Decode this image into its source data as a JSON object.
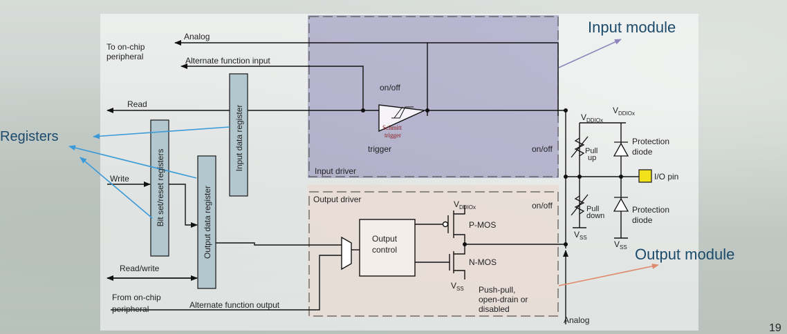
{
  "annotations": {
    "input_module": "Input module",
    "output_module": "Output module",
    "registers": "Registers",
    "page_number": "19"
  },
  "signals": {
    "to_onchip_1": "To on-chip",
    "to_onchip_2": "peripheral",
    "analog": "Analog",
    "alt_func_input": "Alternate function input",
    "read": "Read",
    "write": "Write",
    "read_write": "Read/write",
    "from_onchip_1": "From on-chip",
    "from_onchip_2": "peripheral",
    "alt_func_output": "Alternate function output",
    "analog_bottom": "Analog"
  },
  "registers": {
    "input_data": "Input data register",
    "bit_set_reset": "Bit set/reset registers",
    "output_data": "Output data register"
  },
  "input_driver": {
    "label": "Input driver",
    "onoff_top": "on/off",
    "schmitt_1": "Schmitt",
    "schmitt_2": "trigger",
    "trigger": "trigger",
    "onoff_right": "on/off"
  },
  "output_driver": {
    "label": "Output driver",
    "output_control_1": "Output",
    "output_control_2": "control",
    "vddiox": "V",
    "vddiox_sub": "DDIOx",
    "pmos": "P-MOS",
    "nmos": "N-MOS",
    "vss": "V",
    "vss_sub": "SS",
    "onoff": "on/off",
    "mode_1": "Push-pull,",
    "mode_2": "open-drain or",
    "mode_3": "disabled"
  },
  "protection": {
    "vddiox_a": "V",
    "vddiox_a_sub": "DDIOx",
    "vddiox_b": "V",
    "vddiox_b_sub": "DDIOx",
    "protection_top_1": "Protection",
    "protection_top_2": "diode",
    "pull_up_1": "Pull",
    "pull_up_2": "up",
    "io_pin": "I/O pin",
    "pull_down_1": "Pull",
    "pull_down_2": "down",
    "protection_bottom_1": "Protection",
    "protection_bottom_2": "diode",
    "vss_a": "V",
    "vss_a_sub": "SS",
    "vss_b": "V",
    "vss_b_sub": "SS"
  },
  "colors": {
    "input_module_fill": "#8c86b6",
    "output_module_fill": "#e8d6cf",
    "register_fill": "#a9c3cf",
    "io_pin": "#f2e21b",
    "arrow_blue": "#3a9ad9",
    "arrow_purple": "#8c84bb",
    "arrow_orange": "#e08a6c",
    "schmitt_text": "#8b1a1a"
  }
}
